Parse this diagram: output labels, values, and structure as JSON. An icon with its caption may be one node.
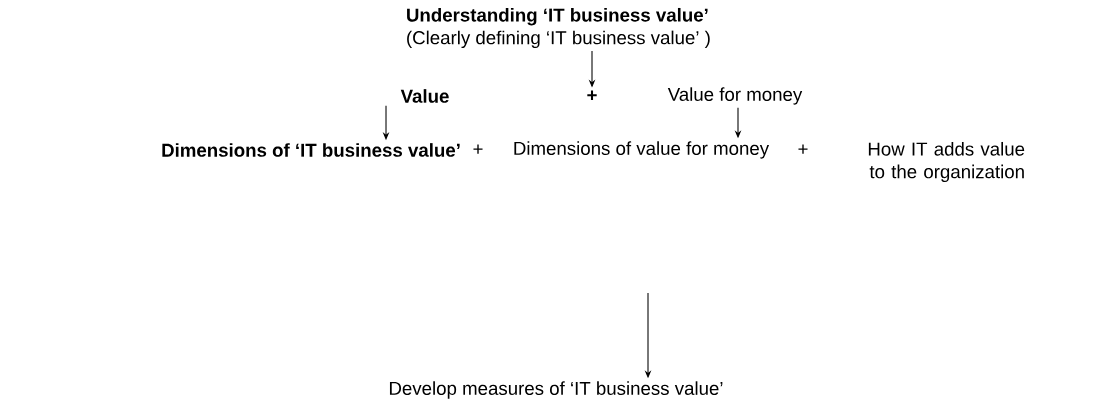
{
  "diagram": {
    "nodes": [
      {
        "text": [
          "Understanding ‘IT business value’",
          "(Clearly defining ‘IT business value’ )"
        ]
      },
      {
        "text": [
          "Value"
        ]
      },
      {
        "text": [
          "+"
        ]
      },
      {
        "text": [
          "Value for money"
        ]
      },
      {
        "text": [
          "Dimensions of ‘IT business value’"
        ]
      },
      {
        "text": [
          "Dimensions of value for money"
        ]
      },
      {
        "text": [
          "How IT adds value to the organization"
        ]
      },
      {
        "text": [
          "Develop measures of ‘IT business value’"
        ]
      }
    ],
    "edges": [
      {
        "from": 0,
        "to": 2,
        "arrow": "to"
      },
      {
        "from": 1,
        "to": 4,
        "arrow": "to"
      },
      {
        "from": 3,
        "to": 5,
        "arrow": "to"
      },
      {
        "from": null,
        "to": 7,
        "arrow": "to"
      }
    ],
    "labels": [
      "+",
      "+"
    ]
  }
}
